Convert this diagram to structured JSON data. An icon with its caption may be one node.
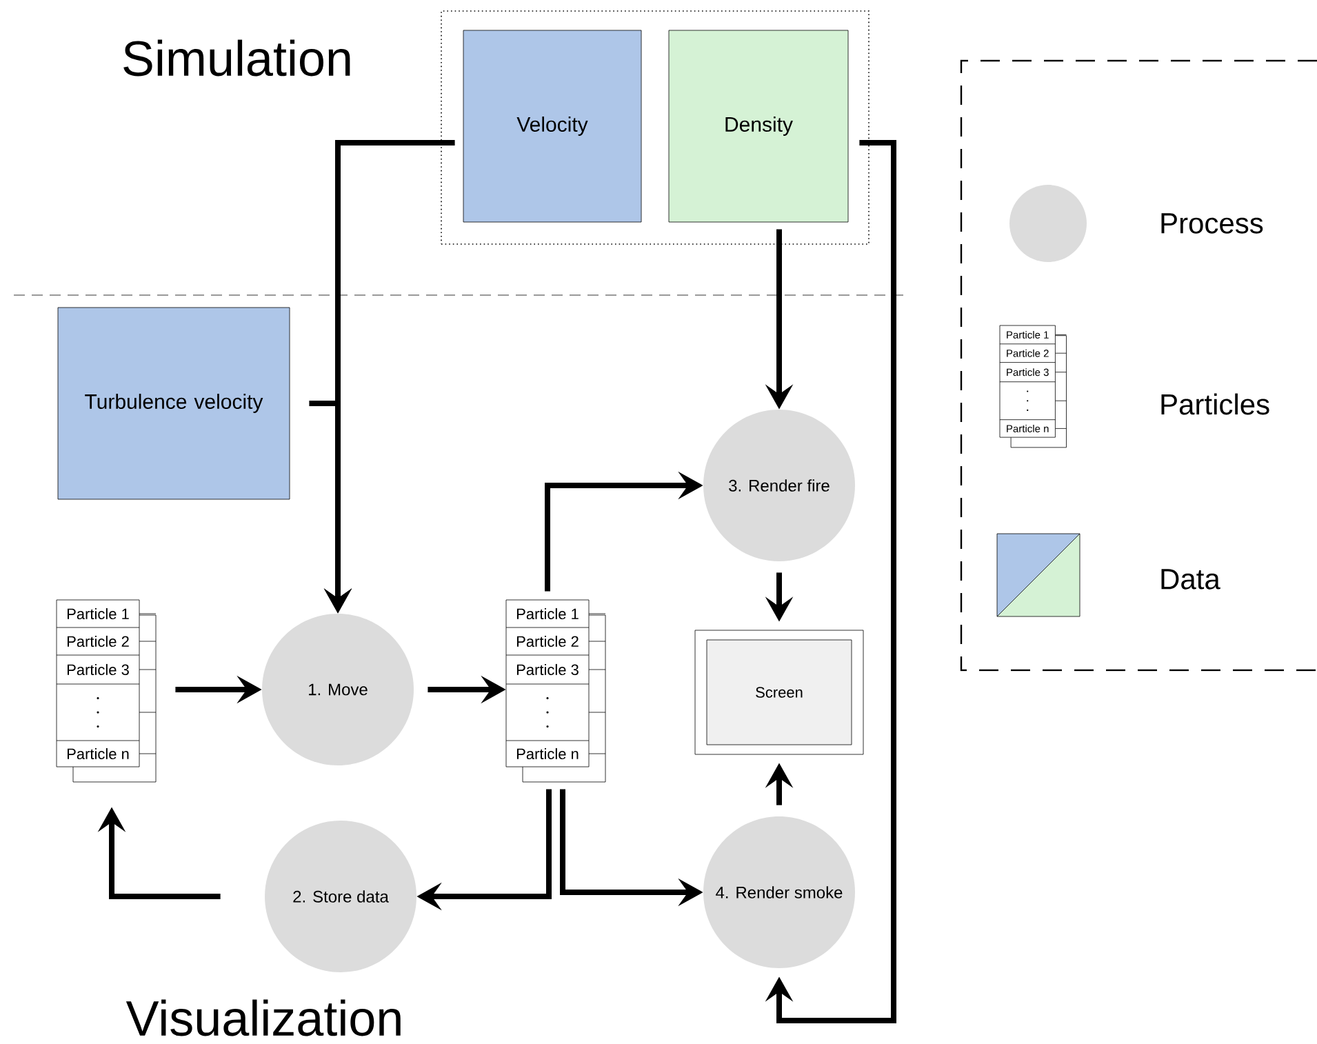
{
  "diagram": {
    "nodes": [
      {
        "text": [],
        "shape": "box"
      },
      {
        "text": [
          "Velocity"
        ],
        "in": 0
      },
      {
        "text": [
          "Density"
        ],
        "in": 0
      },
      {
        "text": [
          "Turbulence velocity"
        ]
      },
      {
        "text": [
          "Particle 1",
          "Particle 2",
          "Particle 3",
          "Particle n"
        ]
      },
      {
        "text": [
          "1. Move"
        ]
      },
      {
        "text": [
          "Particle 1",
          "Particle 2",
          "Particle 3",
          "Particle n"
        ]
      },
      {
        "text": [
          "3. Render fire"
        ]
      },
      {
        "text": [
          "Screen"
        ]
      },
      {
        "text": [
          "2. Store data"
        ]
      },
      {
        "text": [
          "4. Render smoke"
        ]
      }
    ],
    "edges": [
      {
        "from": 1,
        "to": 5,
        "arrow": "to"
      },
      {
        "from": 3,
        "to": 5,
        "arrow": "to"
      },
      {
        "from": 2,
        "to": 7,
        "arrow": "to"
      },
      {
        "from": 2,
        "to": 10,
        "arrow": "to"
      },
      {
        "from": 4,
        "to": 5,
        "arrow": "to"
      },
      {
        "from": 5,
        "to": 6,
        "arrow": "to"
      },
      {
        "from": 6,
        "to": 7,
        "arrow": "to"
      },
      {
        "from": 6,
        "to": 9,
        "arrow": "to"
      },
      {
        "from": 6,
        "to": 10,
        "arrow": "to"
      },
      {
        "from": 7,
        "to": 8,
        "arrow": "to"
      },
      {
        "from": 10,
        "to": 8,
        "arrow": "to"
      },
      {
        "from": 9,
        "to": 4,
        "arrow": "to"
      }
    ],
    "labels": [
      "Simulation",
      "Visualization",
      "Particle 1",
      "Particle 2",
      "Particle 3",
      "Particle n"
    ],
    "legend": [
      {
        "text": "Process"
      },
      {
        "text": "Particles"
      },
      {
        "text": "Data"
      }
    ]
  }
}
